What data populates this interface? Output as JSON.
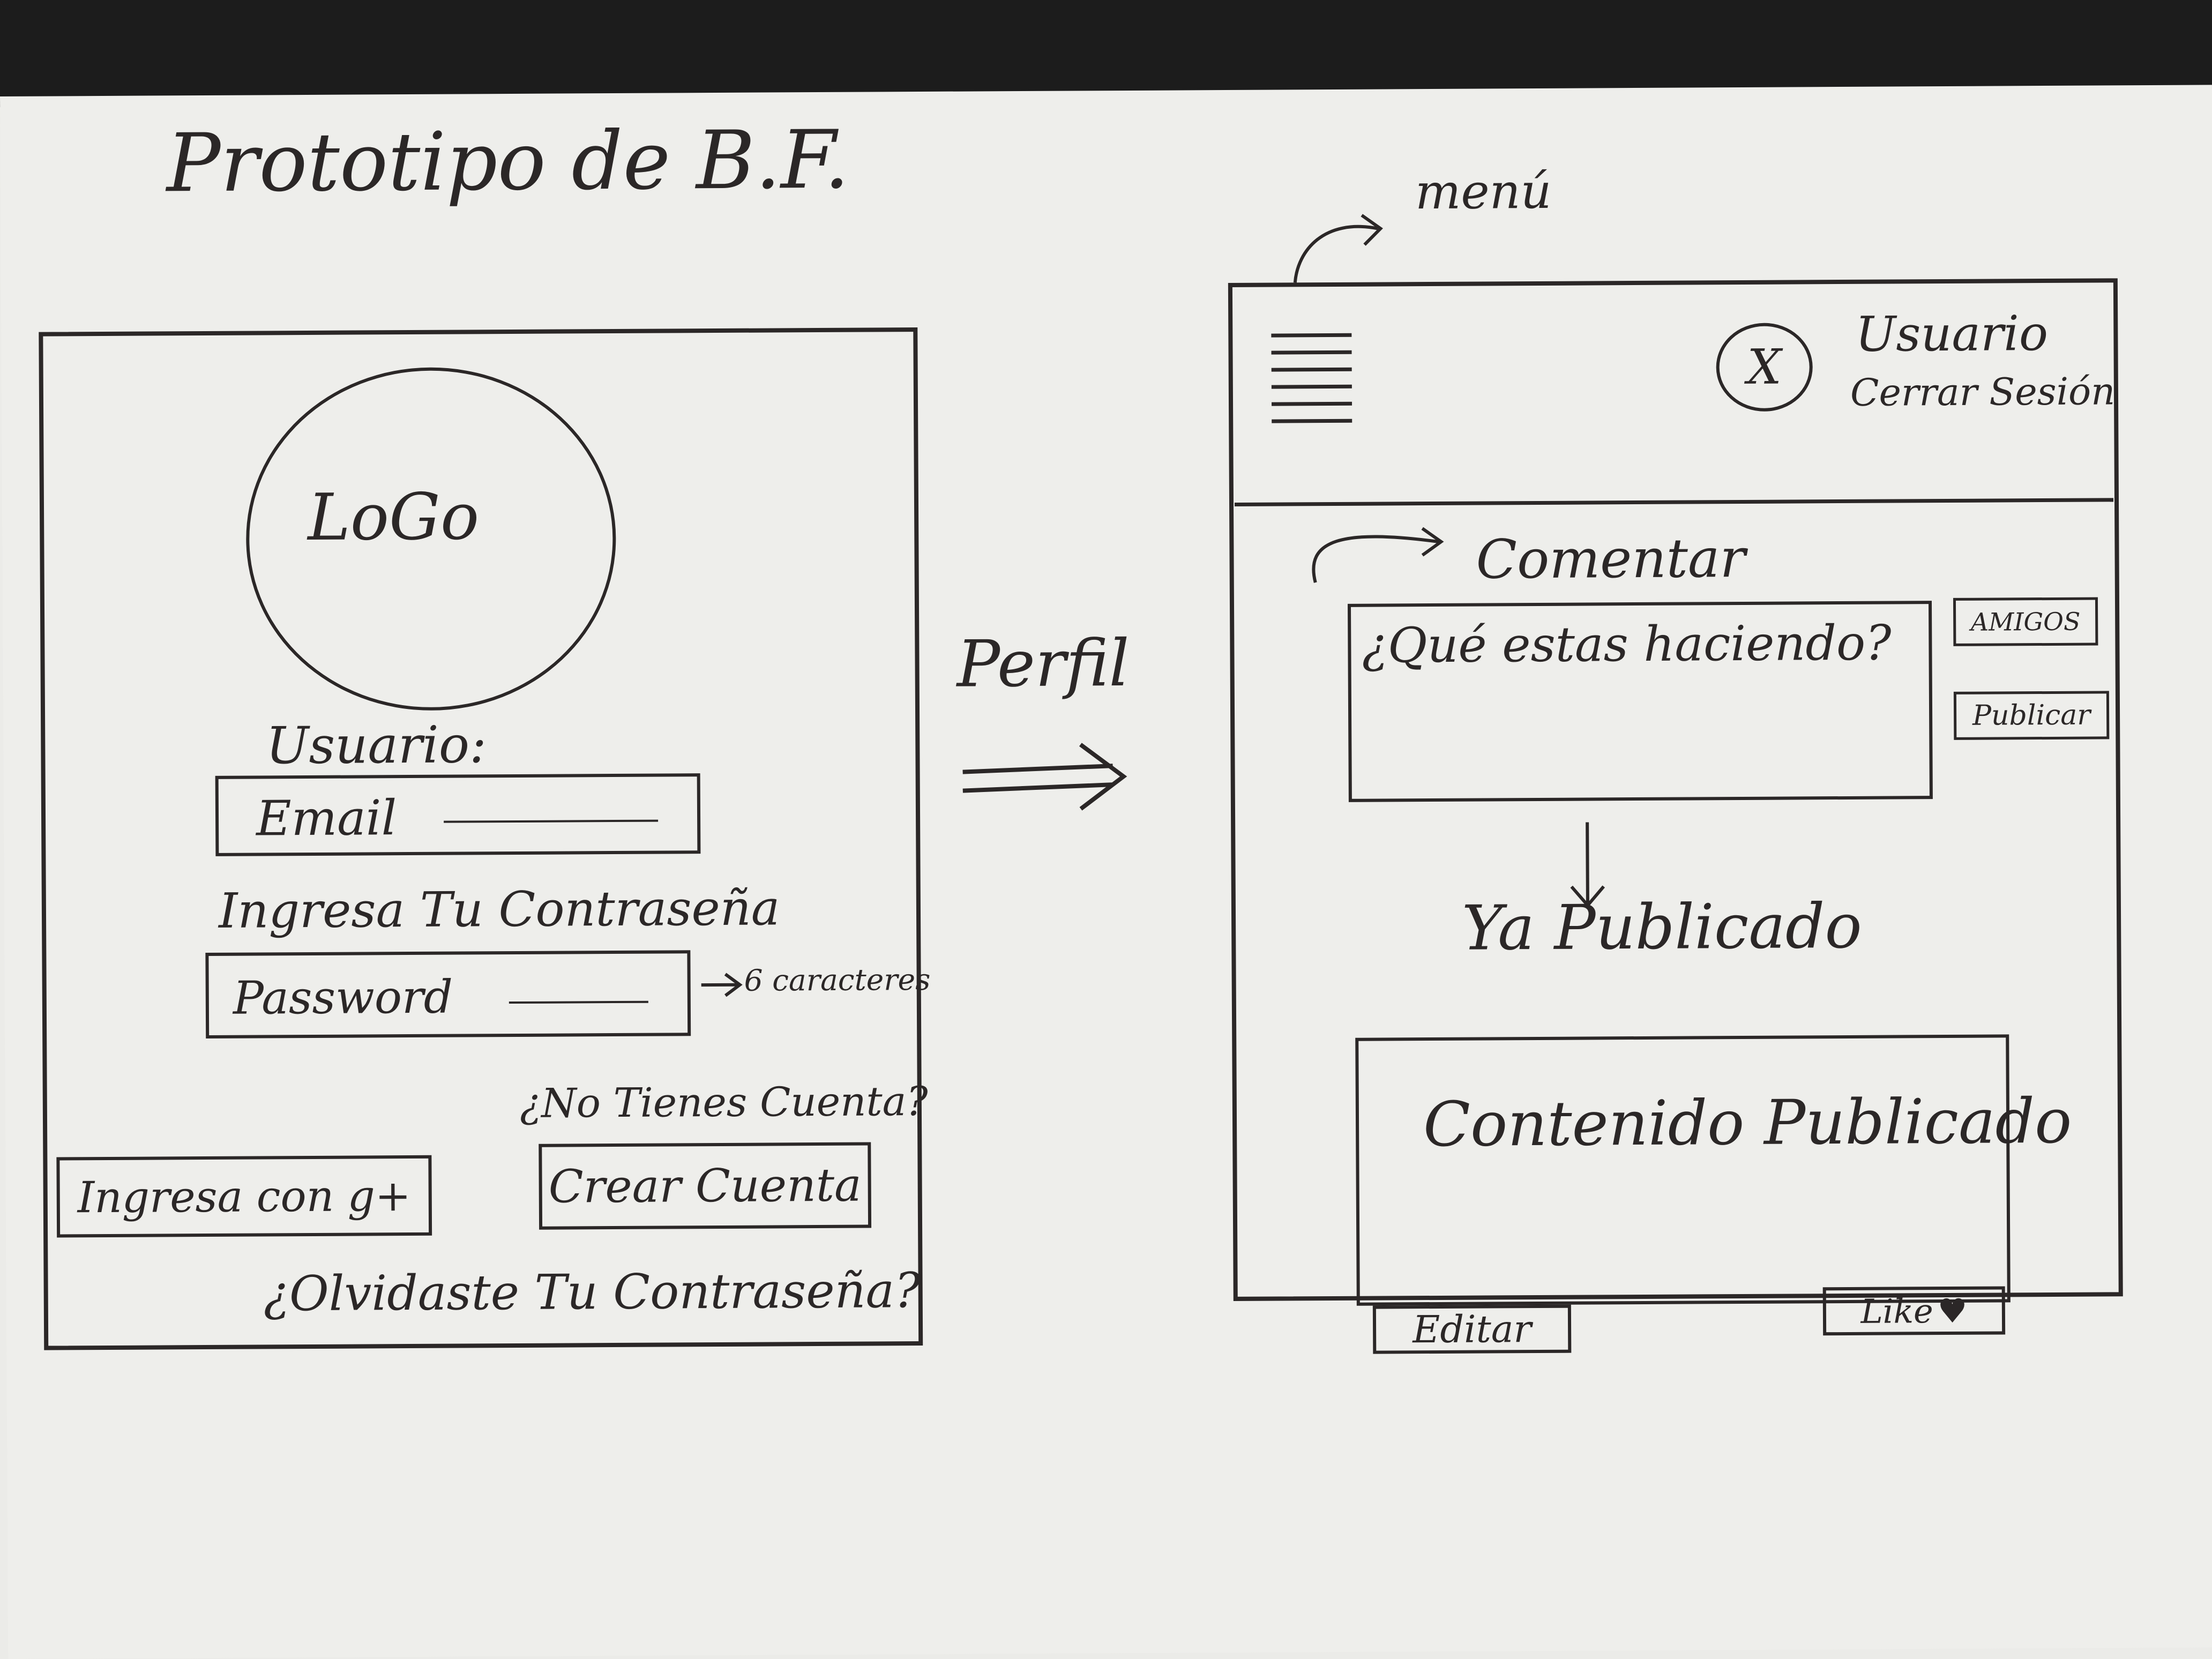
{
  "title": "Prototipo de B.F.",
  "login": {
    "logo": "LoGo",
    "usuario_label": "Usuario:",
    "email_placeholder": "Email",
    "password_label": "Ingresa Tu Contraseña",
    "password_placeholder": "Password",
    "password_note": "6 caracteres",
    "no_account": "¿No Tienes Cuenta?",
    "google_button": "Ingresa con g+",
    "create_button": "Crear Cuenta",
    "forgot": "¿Olvidaste Tu Contraseña?"
  },
  "transition": {
    "label": "Perfil"
  },
  "profile": {
    "menu_note": "menú",
    "header": {
      "avatar_glyph": "X",
      "user": "Usuario",
      "logout": "Cerrar Sesión"
    },
    "comment_note": "Comentar",
    "composer_placeholder": "¿Qué estas haciendo?",
    "friends_button": "AMIGOS",
    "publish_button": "Publicar",
    "published_label": "Ya Publicado",
    "post_content": "Contenido Publicado",
    "edit_button": "Editar",
    "like_button": "Like"
  },
  "colors": {
    "ink": "#2b2727",
    "paper": "#eeeeeb",
    "background": "#1c1c1c"
  },
  "icons": [
    "hamburger-menu-icon",
    "avatar-x-icon",
    "heart-icon",
    "right-arrow-icon",
    "down-arrow-icon"
  ]
}
